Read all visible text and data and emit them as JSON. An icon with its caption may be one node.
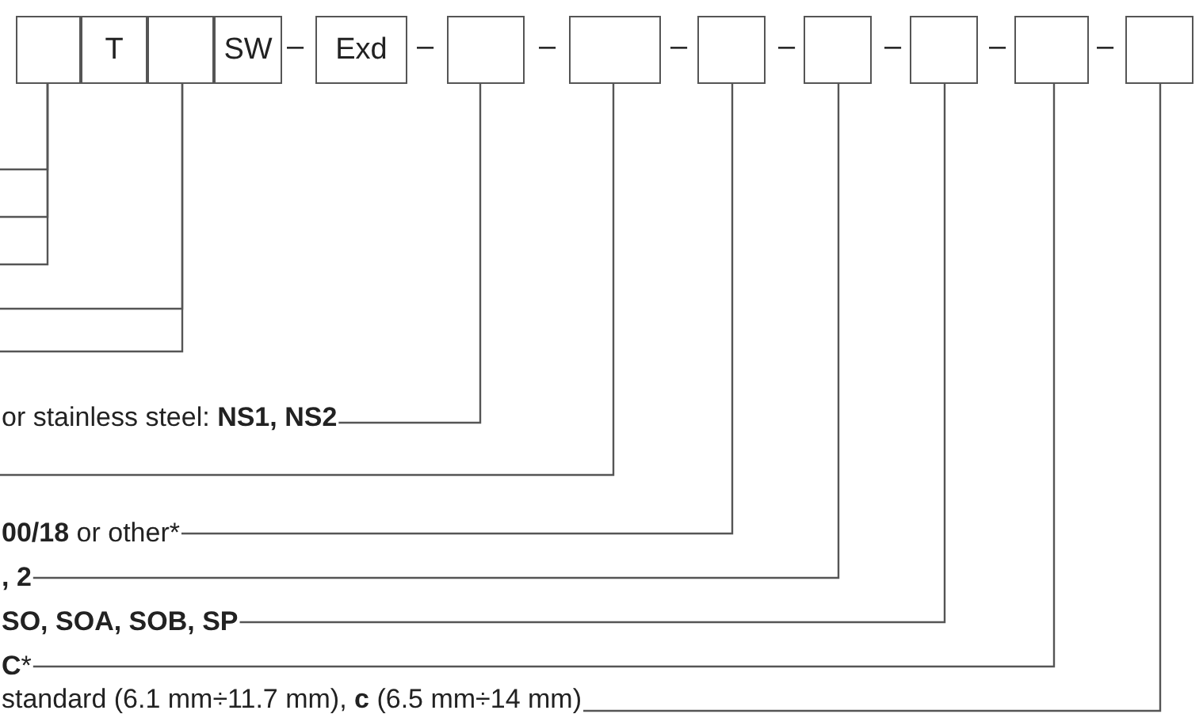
{
  "diagram": {
    "nodes": [
      {
        "text": [],
        "shape": "box"
      },
      {
        "text": [
          "T"
        ]
      },
      {
        "text": [],
        "shape": "box"
      },
      {
        "text": [
          "SW"
        ]
      },
      {
        "text": [
          "Exd"
        ]
      },
      {
        "text": [],
        "shape": "box"
      },
      {
        "text": [],
        "shape": "box"
      },
      {
        "text": [],
        "shape": "box"
      },
      {
        "text": [],
        "shape": "box"
      },
      {
        "text": [],
        "shape": "box"
      },
      {
        "text": [],
        "shape": "box"
      },
      {
        "text": [],
        "shape": "box"
      },
      {
        "text": [
          "or stainless steel: **NS1, NS2**"
        ]
      },
      {
        "text": [
          "**00/18** or other*"
        ]
      },
      {
        "text": [
          ", 2"
        ]
      },
      {
        "text": [
          "SO, SOA, SOB, SP"
        ]
      },
      {
        "text": [
          "**C***"
        ]
      },
      {
        "text": [
          "standard (6.1 mm÷11.7 mm), **c** (6.5 mm÷14 mm)"
        ]
      }
    ],
    "edges": [
      {
        "from": 0,
        "to": null,
        "arrow": "none"
      },
      {
        "from": 0,
        "to": null,
        "arrow": "none"
      },
      {
        "from": 0,
        "to": null,
        "arrow": "none"
      },
      {
        "from": 2,
        "to": null,
        "arrow": "none"
      },
      {
        "from": 2,
        "to": null,
        "arrow": "none"
      },
      {
        "from": 12,
        "to": 5,
        "arrow": "none"
      },
      {
        "from": 6,
        "to": null,
        "arrow": "none"
      },
      {
        "from": 13,
        "to": 7,
        "arrow": "none"
      },
      {
        "from": 14,
        "to": 8,
        "arrow": "none"
      },
      {
        "from": 15,
        "to": 9,
        "arrow": "none"
      },
      {
        "from": 16,
        "to": 10,
        "arrow": "none"
      },
      {
        "from": 17,
        "to": 11,
        "arrow": "none"
      }
    ],
    "labels": [
      "–",
      "–",
      "–",
      "–",
      "–",
      "–",
      "–",
      "–"
    ]
  }
}
